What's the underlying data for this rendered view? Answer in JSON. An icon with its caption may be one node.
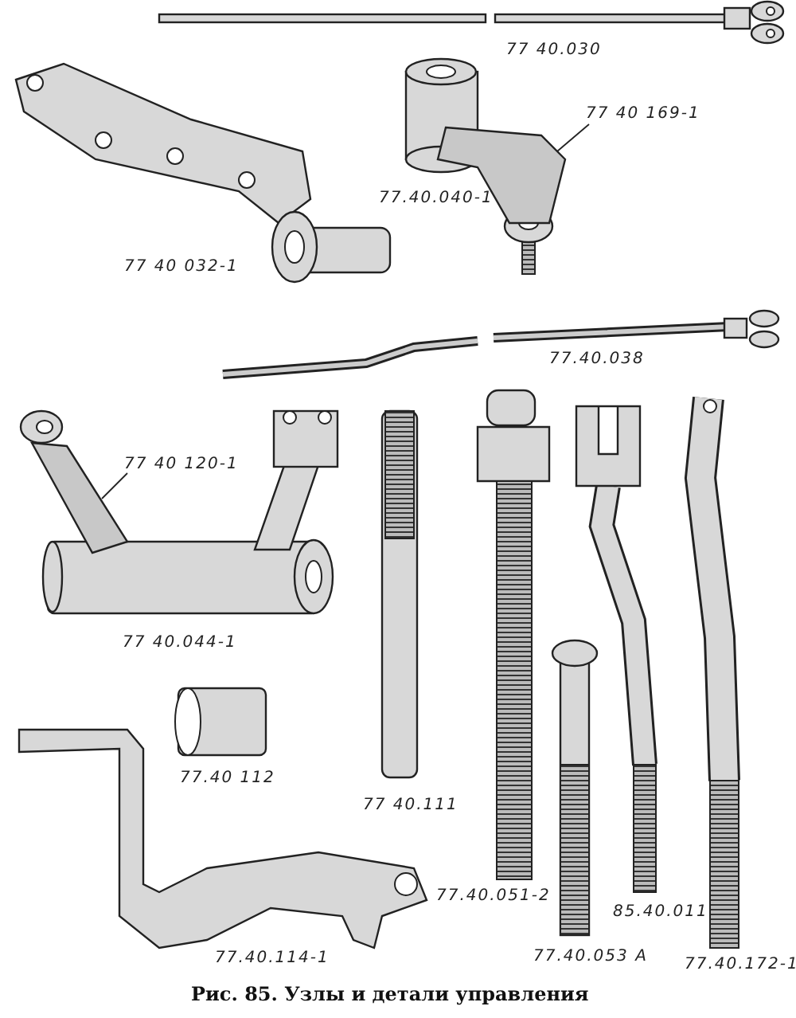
{
  "diagram": {
    "caption": "Рис. 85. Узлы и детали управления",
    "nodes": [
      {
        "text": [
          "77 40 169-1"
        ]
      },
      {
        "text": [],
        "shape": "picture"
      },
      {
        "text": [
          "77 40 120-1"
        ]
      },
      {
        "text": [],
        "shape": "picture"
      }
    ],
    "edges": [
      {
        "from": 0,
        "to": 1,
        "arrow": "none"
      },
      {
        "from": 2,
        "to": 3,
        "arrow": "none"
      }
    ],
    "labels": [
      "77 40.030",
      "77.40.040-1",
      "77 40 032-1",
      "77.40.038",
      "77 40.044-1",
      "77.40 112",
      "77 40.111",
      "77.40.051-2",
      "85.40.011",
      "77.40.053 A",
      "77.40.114-1",
      "77.40.172-1"
    ]
  }
}
